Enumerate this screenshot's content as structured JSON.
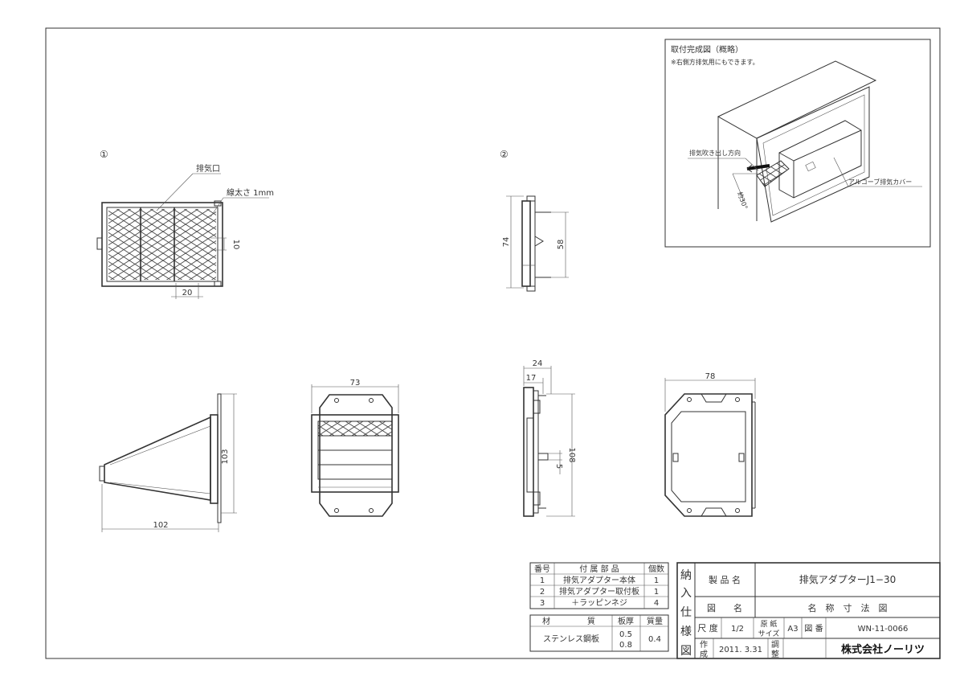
{
  "views": {
    "view1_number": "①",
    "view2_number": "②",
    "label_exhaust_port": "排気口",
    "label_wire_thickness": "線太さ 1mm",
    "dim_10": "10",
    "dim_20": "20",
    "dim_74": "74",
    "dim_58": "58",
    "dim_103": "103",
    "dim_102": "102",
    "dim_73": "73",
    "dim_24": "24",
    "dim_17": "17",
    "dim_108": "108",
    "dim_5": "5",
    "dim_78": "78"
  },
  "inset": {
    "title": "取付完成図（概略）",
    "note": "※右側方排気用にもできます。",
    "label_direction": "排気吹き出し方向",
    "label_angle": "約30°",
    "label_cover": "アルコーブ排気カバー"
  },
  "parts_table": {
    "headers": [
      "番号",
      "付 属 部 品",
      "個数"
    ],
    "rows": [
      [
        "1",
        "排気アダプター本体",
        "1"
      ],
      [
        "2",
        "排気アダプター取付板",
        "1"
      ],
      [
        "3",
        "＋ラッピンネジ",
        "4"
      ]
    ]
  },
  "material_table": {
    "headers": [
      "材",
      "質",
      "板厚",
      "質量"
    ],
    "material": "ステンレス鋼板",
    "thickness_1": "0.5",
    "thickness_2": "0.8",
    "mass": "0.4"
  },
  "title_block": {
    "side_chars": [
      "納",
      "入",
      "仕",
      "様",
      "図"
    ],
    "product_name_label": "製 品 名",
    "product_name": "排気アダプターJ1−30",
    "drawing_name_label": "図　　名",
    "drawing_name": "名　称　寸　法　図",
    "scale_label": "尺 度",
    "scale": "1/2",
    "paper_label_1": "原 紙",
    "paper_label_2": "サイズ",
    "paper_size": "A3",
    "drawing_no_label": "図 番",
    "drawing_no": "WN-11-0066",
    "made_label_1": "作",
    "made_label_2": "成",
    "date": "2011. 3.31",
    "adjust_label_1": "調",
    "adjust_label_2": "整",
    "company": "株式会社ノーリツ"
  }
}
